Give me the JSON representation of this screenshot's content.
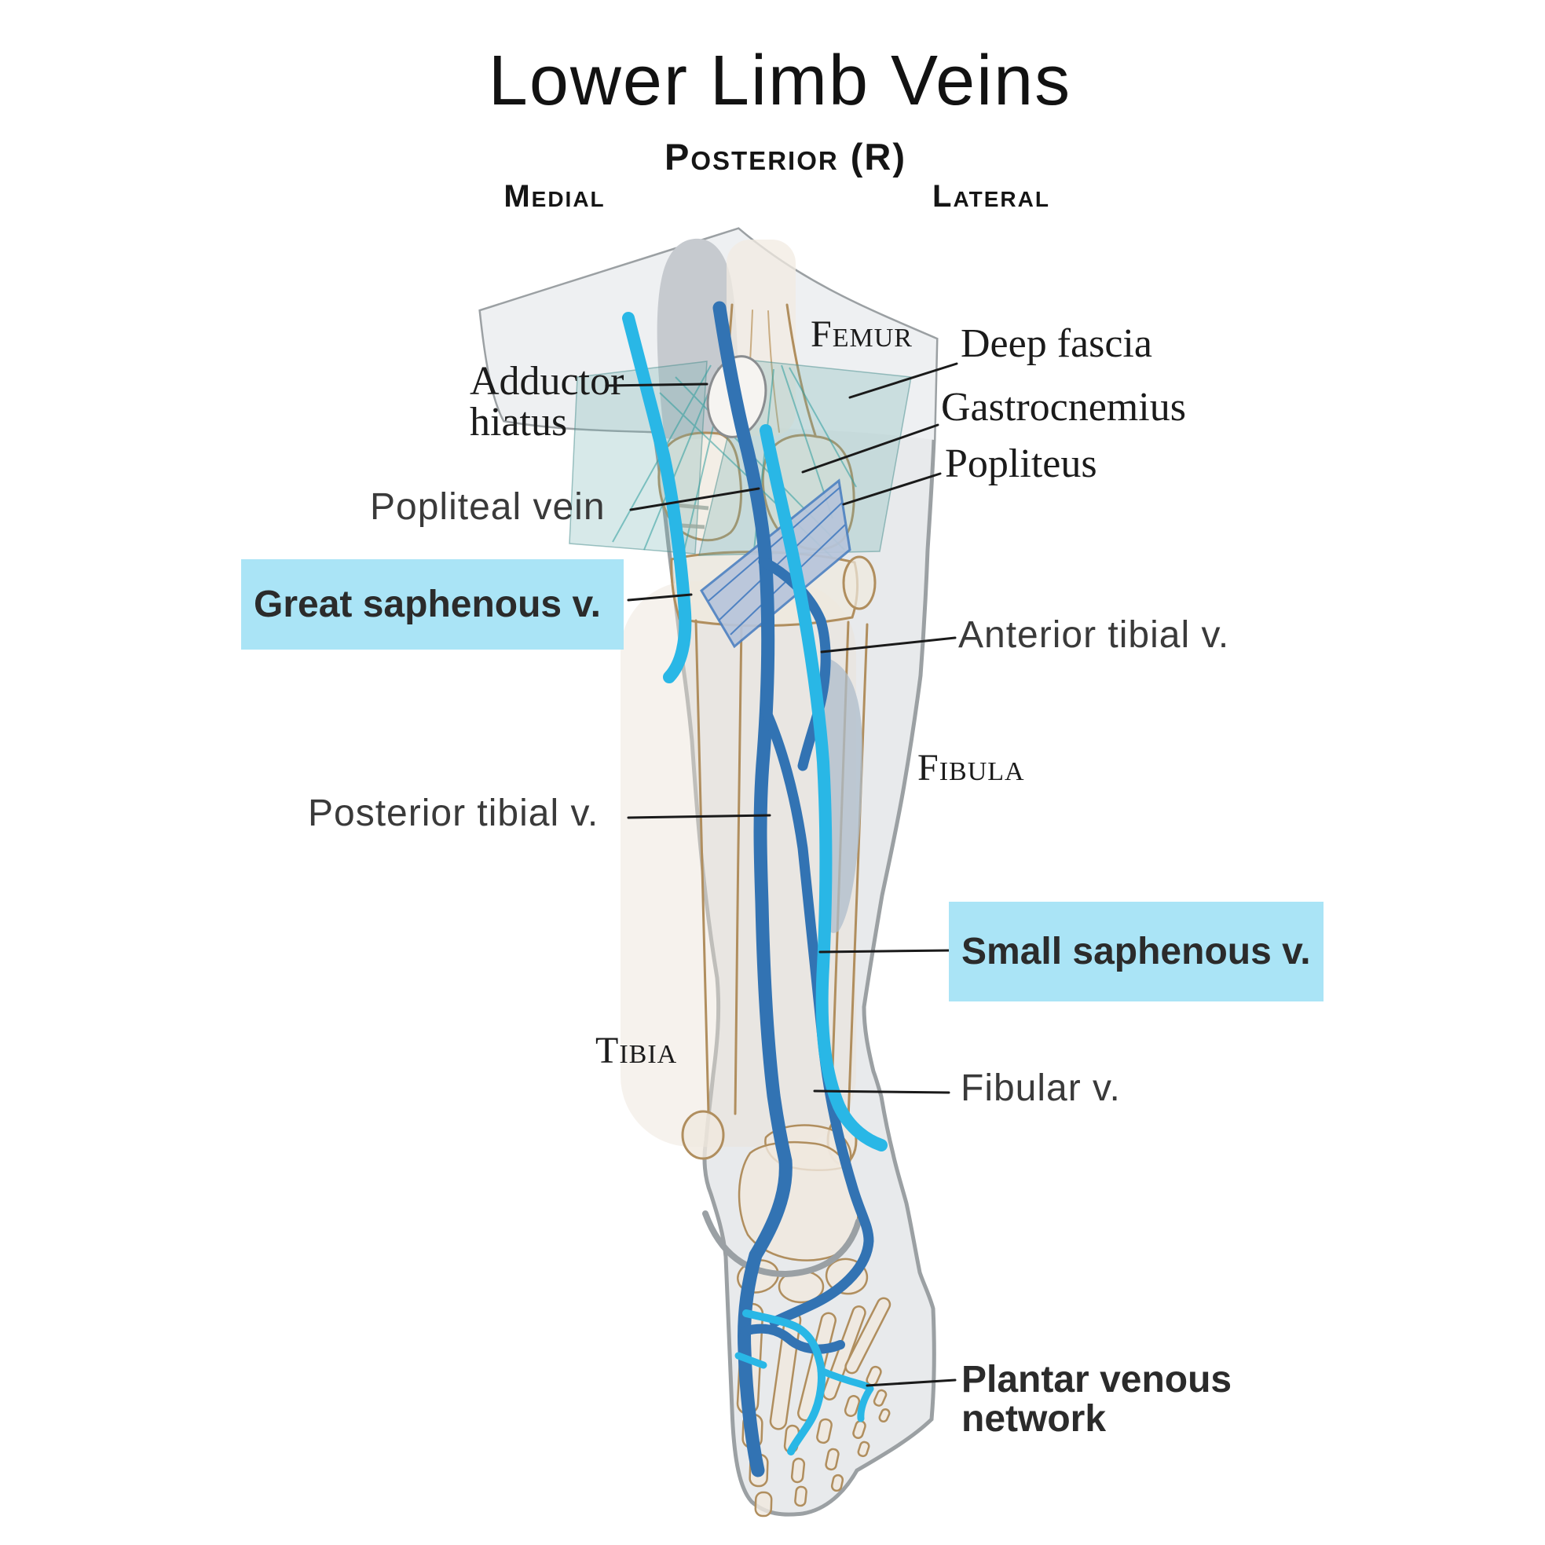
{
  "header": {
    "title": "Lower Limb Veins",
    "view_label": "Posterior (R)",
    "side_left": "Medial",
    "side_right": "Lateral"
  },
  "annotations": {
    "adductor_hiatus": {
      "text": "Adductor\nhiatus",
      "style": "serif",
      "highlighted": false
    },
    "femur": {
      "text": "Femur",
      "style": "serif-smallcaps",
      "highlighted": false
    },
    "deep_fascia": {
      "text": "Deep fascia",
      "style": "serif",
      "highlighted": false
    },
    "gastrocnemius": {
      "text": "Gastrocnemius",
      "style": "serif",
      "highlighted": false
    },
    "popliteal_vein": {
      "text": "Popliteal vein",
      "style": "sans",
      "highlighted": false
    },
    "popliteus": {
      "text": "Popliteus",
      "style": "serif",
      "highlighted": false
    },
    "great_saphenous_vein": {
      "text": "Great saphenous v.",
      "style": "sans-bold",
      "highlighted": true
    },
    "anterior_tibial_vein": {
      "text": "Anterior tibial v.",
      "style": "sans",
      "highlighted": false
    },
    "fibula": {
      "text": "Fibula",
      "style": "serif-smallcaps",
      "highlighted": false
    },
    "posterior_tibial_vein": {
      "text": "Posterior tibial v.",
      "style": "sans",
      "highlighted": false
    },
    "small_saphenous_vein": {
      "text": "Small saphenous v.",
      "style": "sans-bold",
      "highlighted": true
    },
    "tibia": {
      "text": "Tibia",
      "style": "serif-smallcaps",
      "highlighted": false
    },
    "fibular_vein": {
      "text": "Fibular v.",
      "style": "sans",
      "highlighted": false
    },
    "plantar_venous_network": {
      "text": "Plantar venous\nnetwork",
      "style": "sans-bold",
      "highlighted": false
    }
  },
  "colors": {
    "highlight_box": "#aae4f6",
    "superficial_vein_cyan": "#29b7e6",
    "deep_vein_blue": "#3273b3",
    "limb_fill": "#e8eaec",
    "limb_outline": "#9ba0a3",
    "bone_outline": "#b08e5e",
    "muscle_teal": "#6fadac",
    "popliteus_fill": "#b7c5db",
    "leader_line": "#1a1a1a"
  }
}
